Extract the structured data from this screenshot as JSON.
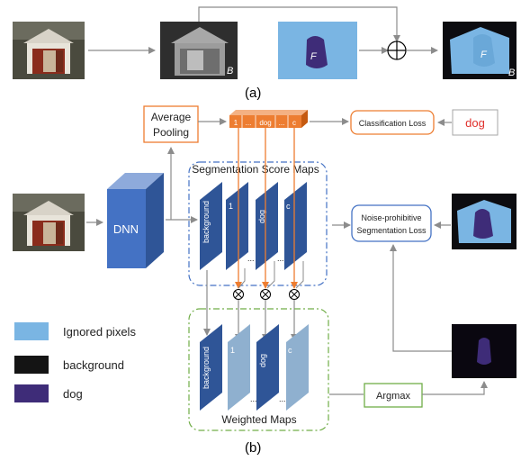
{
  "panel_a": {
    "label": "(a)",
    "bg_letter": "B",
    "fg_letter": "F",
    "out_fg_letter": "F",
    "out_bg_letter": "B",
    "op_symbol": "⊕"
  },
  "panel_b": {
    "label": "(b)",
    "pooling_label": [
      "Average",
      "Pooling"
    ],
    "vector_cells": [
      "1",
      "...",
      "dog",
      "...",
      "c"
    ],
    "classification_loss": "Classification Loss",
    "class_label": "dog",
    "dnn_label": "DNN",
    "score_maps_title": "Segmentation Score Maps",
    "score_map_labels": [
      "background",
      "1",
      "dog",
      "c"
    ],
    "weighted_maps_title": "Weighted Maps",
    "weighted_map_labels": [
      "background",
      "1",
      "dog",
      "c"
    ],
    "ellipsis": "...",
    "noise_loss": [
      "Noise-prohibitive",
      "Segmentation Loss"
    ],
    "argmax_label": "Argmax",
    "multiply_symbol": "⊗"
  },
  "legend": [
    {
      "label": "Ignored pixels",
      "color": "#7ab5e3"
    },
    {
      "label": "background",
      "color": "#141414"
    },
    {
      "label": "dog",
      "color": "#3e2c78"
    }
  ],
  "colors": {
    "dnn_blue": "#4472c4",
    "map_dark": "#2f5597",
    "map_light": "#8fb0cf",
    "orange": "#ed7d31",
    "green": "#70ad47",
    "red_text": "#e0302c",
    "arrow_gray": "#8c8c8c"
  }
}
